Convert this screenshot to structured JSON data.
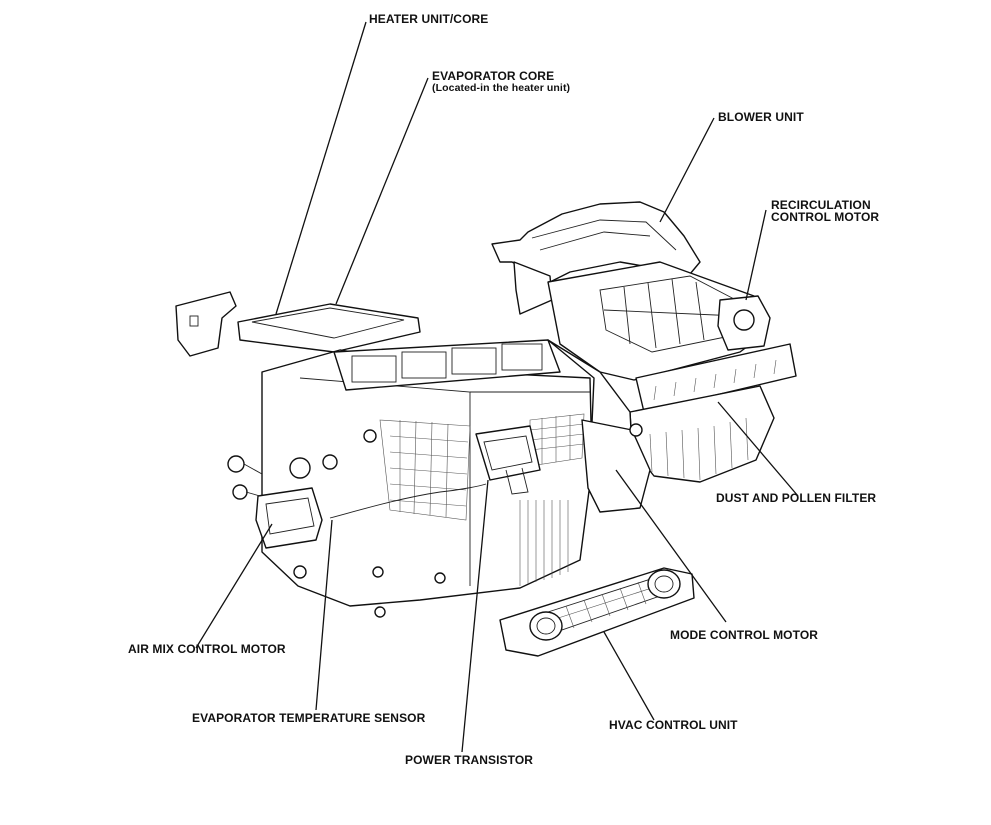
{
  "labels": {
    "heater_unit_core": "HEATER UNIT/CORE",
    "evaporator_core": "EVAPORATOR CORE",
    "evaporator_core_note": "(Located-in the heater unit)",
    "blower_unit": "BLOWER UNIT",
    "recirculation_line1": "RECIRCULATION",
    "recirculation_line2": "CONTROL MOTOR",
    "dust_pollen_filter": "DUST AND POLLEN FILTER",
    "mode_control_motor": "MODE CONTROL MOTOR",
    "air_mix_control_motor": "AIR MIX CONTROL MOTOR",
    "evaporator_temperature_sensor": "EVAPORATOR TEMPERATURE SENSOR",
    "hvac_control_unit": "HVAC CONTROL UNIT",
    "power_transistor": "POWER TRANSISTOR"
  }
}
